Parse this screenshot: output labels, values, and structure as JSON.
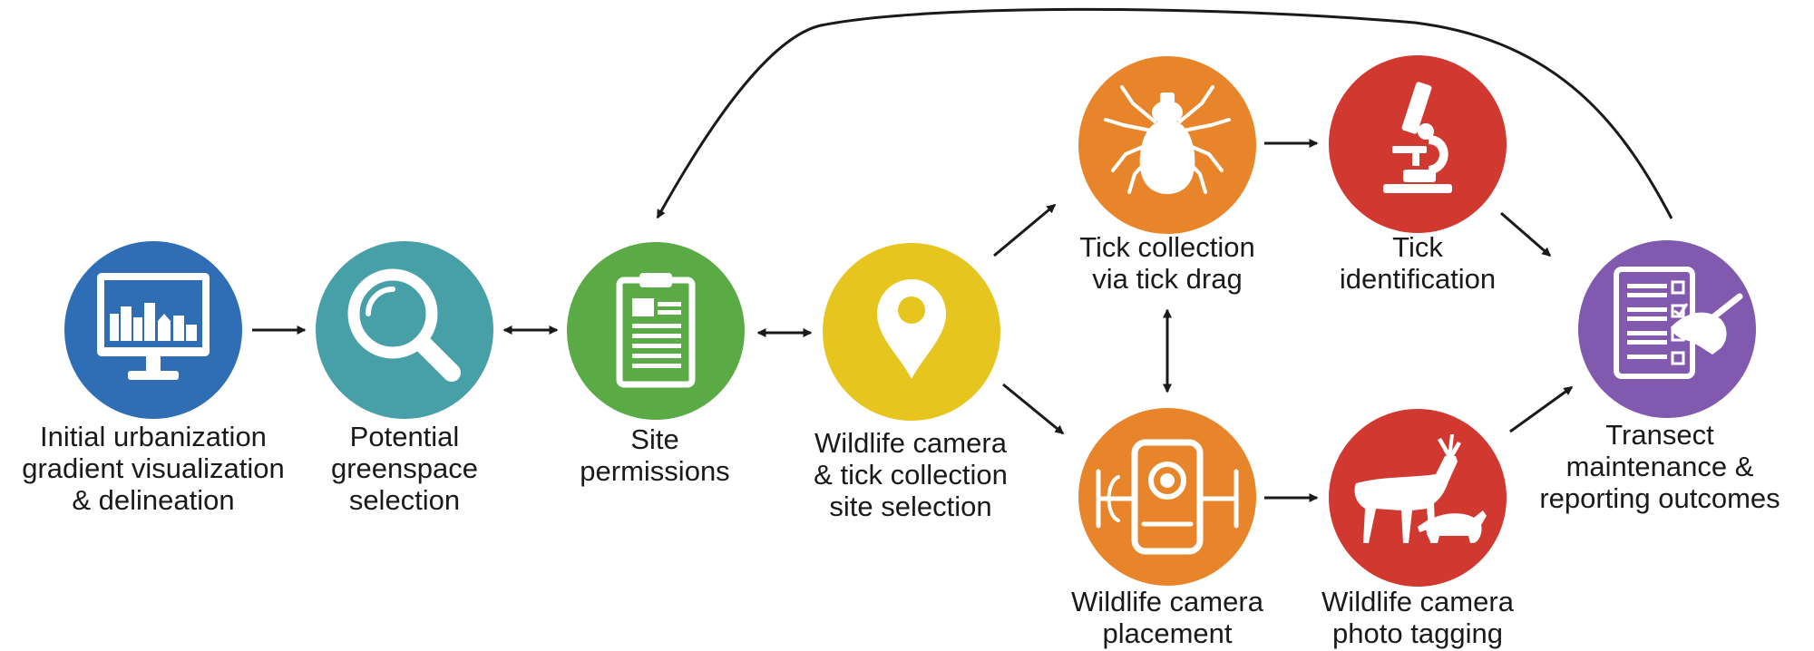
{
  "nodes": [
    {
      "id": "urbanization",
      "color": "#2f6db5",
      "icon": "monitor-city-icon",
      "lines": [
        "Initial urbanization",
        "gradient visualization",
        "& delineation"
      ]
    },
    {
      "id": "greenspace",
      "color": "#47a0a8",
      "icon": "magnifier-icon",
      "lines": [
        "Potential",
        "greenspace",
        "selection"
      ]
    },
    {
      "id": "permissions",
      "color": "#5aaa45",
      "icon": "clipboard-icon",
      "lines": [
        "Site",
        "permissions"
      ]
    },
    {
      "id": "site-selection",
      "color": "#e6c51e",
      "icon": "map-pin-icon",
      "lines": [
        "Wildlife camera",
        "& tick collection",
        "site selection"
      ]
    },
    {
      "id": "tick-collection",
      "color": "#e8852a",
      "icon": "tick-icon",
      "lines": [
        "Tick collection",
        "via tick drag"
      ]
    },
    {
      "id": "tick-identification",
      "color": "#d1382f",
      "icon": "microscope-icon",
      "lines": [
        "Tick",
        "identification"
      ]
    },
    {
      "id": "camera-placement",
      "color": "#e8852a",
      "icon": "trail-camera-icon",
      "lines": [
        "Wildlife camera",
        "placement"
      ]
    },
    {
      "id": "photo-tagging",
      "color": "#d1382f",
      "icon": "deer-raccoon-icon",
      "lines": [
        "Wildlife camera",
        "photo tagging"
      ]
    },
    {
      "id": "transect",
      "color": "#8159ae",
      "icon": "checklist-icon",
      "lines": [
        "Transect",
        "maintenance &",
        "reporting outcomes"
      ]
    }
  ],
  "edges": [
    {
      "from": "urbanization",
      "to": "greenspace",
      "style": "one-way"
    },
    {
      "from": "greenspace",
      "to": "permissions",
      "style": "two-way"
    },
    {
      "from": "permissions",
      "to": "site-selection",
      "style": "two-way"
    },
    {
      "from": "site-selection",
      "to": "tick-collection",
      "style": "one-way"
    },
    {
      "from": "site-selection",
      "to": "camera-placement",
      "style": "one-way"
    },
    {
      "from": "tick-collection",
      "to": "camera-placement",
      "style": "two-way"
    },
    {
      "from": "tick-collection",
      "to": "tick-identification",
      "style": "one-way"
    },
    {
      "from": "camera-placement",
      "to": "photo-tagging",
      "style": "one-way"
    },
    {
      "from": "tick-identification",
      "to": "transect",
      "style": "one-way"
    },
    {
      "from": "photo-tagging",
      "to": "transect",
      "style": "one-way"
    },
    {
      "from": "transect",
      "to": "permissions",
      "style": "feedback-loop"
    }
  ]
}
